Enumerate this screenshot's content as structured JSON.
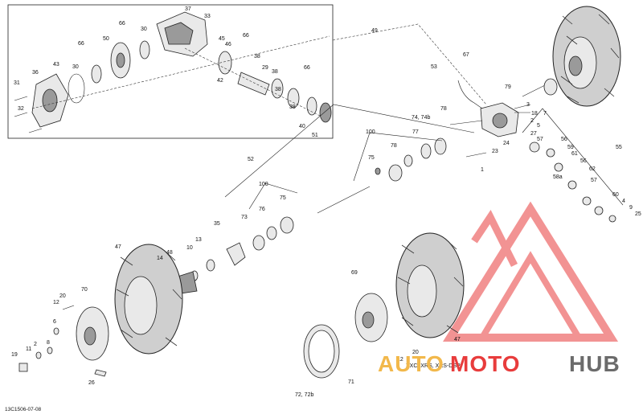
{
  "diagram_code": "13C1506-07-08",
  "variant_note": "XXC, XRS, XRS-DSP",
  "watermark": {
    "word_a": "AUTO",
    "word_b": "MOTO",
    "word_c": "HUB",
    "color_a": "#f2b84b",
    "color_b": "#e83c3c",
    "color_c": "#6b6b6b",
    "logo_color": "#e83c3c"
  },
  "inset_labels": [
    "37",
    "33",
    "66",
    "50",
    "30",
    "45",
    "46",
    "66",
    "38",
    "29",
    "38",
    "66",
    "30",
    "43",
    "36",
    "31",
    "32",
    "42",
    "38",
    "40",
    "51",
    "38"
  ],
  "main_labels": [
    "49",
    "67",
    "53",
    "79",
    "78",
    "3",
    "74, 74b",
    "100",
    "77",
    "78",
    "75",
    "52",
    "100",
    "75",
    "73",
    "76",
    "35",
    "13",
    "10",
    "14",
    "48",
    "47",
    "7",
    "18",
    "2",
    "5",
    "27",
    "23",
    "24",
    "57",
    "56",
    "59",
    "61",
    "56",
    "62",
    "57",
    "58a",
    "60",
    "4",
    "9",
    "25",
    "55",
    "1",
    "12",
    "20",
    "6",
    "8",
    "2",
    "11",
    "19",
    "70",
    "26",
    "69",
    "12",
    "20",
    "47",
    "71",
    "72, 72b"
  ]
}
